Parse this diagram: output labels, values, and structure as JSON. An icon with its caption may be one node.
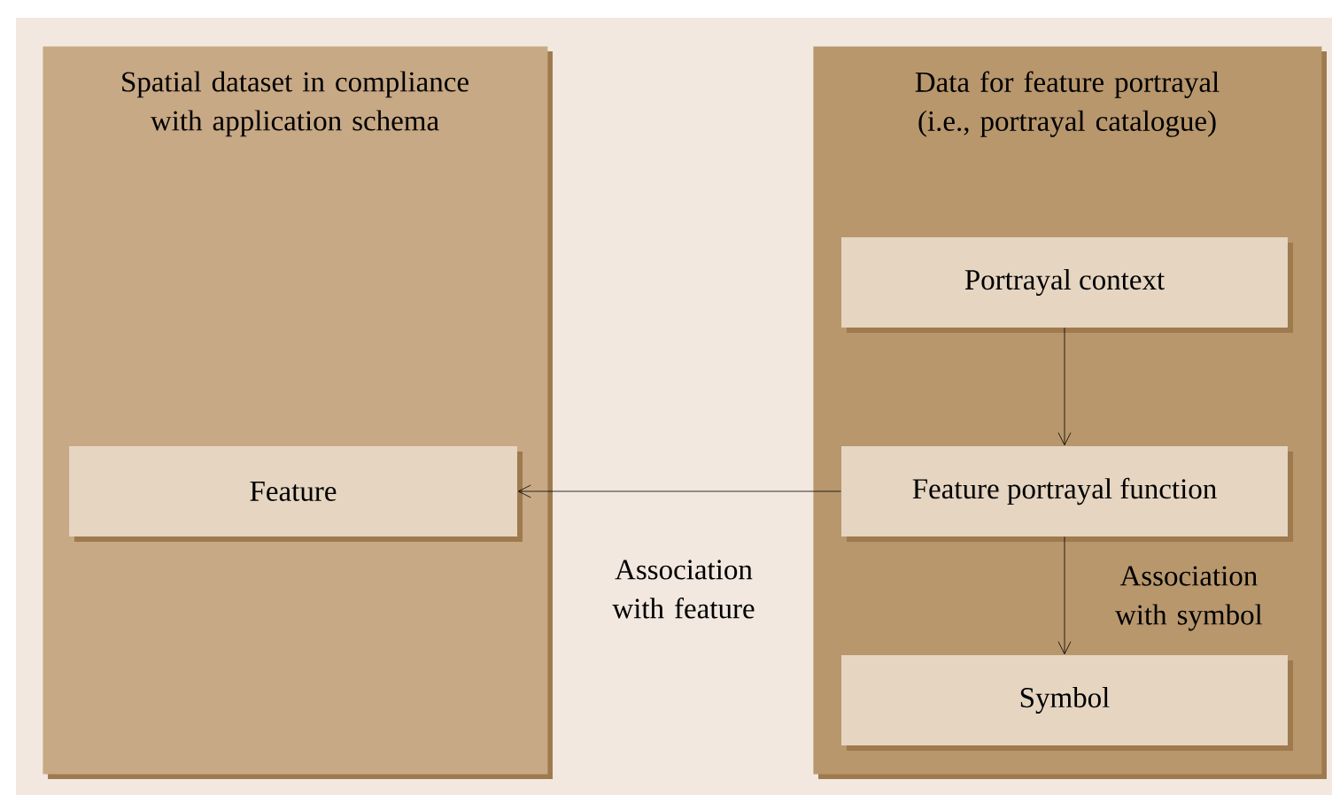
{
  "diagram": {
    "nodes": [
      {
        "text": [
          "Spatial dataset in compliance with application schema"
        ]
      },
      {
        "text": [
          "Feature"
        ],
        "in": 0
      },
      {
        "text": [
          "Data for feature portrayal (i.e., portrayal catalogue)"
        ]
      },
      {
        "text": [
          "Portrayal context"
        ],
        "in": 2
      },
      {
        "text": [
          "Feature portrayal function"
        ],
        "in": 2
      },
      {
        "text": [
          "Symbol"
        ],
        "in": 2
      }
    ],
    "edges": [
      {
        "from": 3,
        "to": 4,
        "arrow": "to"
      },
      {
        "from": 4,
        "to": 1,
        "arrow": "to",
        "label": "Association with feature"
      },
      {
        "from": 4,
        "to": 5,
        "arrow": "to",
        "label": "Association with symbol"
      }
    ]
  }
}
